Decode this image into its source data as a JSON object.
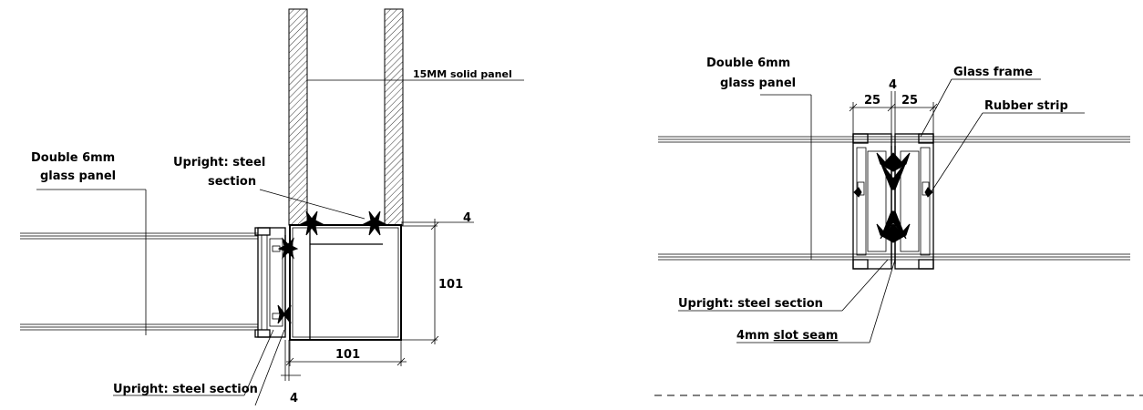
{
  "left_detail": {
    "label_solid_panel": "15MM solid panel",
    "label_glass_line1": "Double 6mm",
    "label_glass_line2": "glass panel",
    "label_upright_line1": "Upright: steel",
    "label_upright_line2": "section",
    "label_upright_bottom": "Upright: steel section",
    "dim_gap_top": "4",
    "dim_height": "101",
    "dim_width": "101",
    "dim_gap_bottom": "4"
  },
  "right_detail": {
    "label_glass_line1": "Double 6mm",
    "label_glass_line2": "glass panel",
    "label_glass_frame": "Glass frame",
    "label_rubber_strip": "Rubber strip",
    "dim_gap": "4",
    "dim_left": "25",
    "dim_right": "25",
    "label_upright": "Upright: steel section",
    "label_slot_prefix": "4mm ",
    "label_slot_underlined": "slot seam"
  }
}
